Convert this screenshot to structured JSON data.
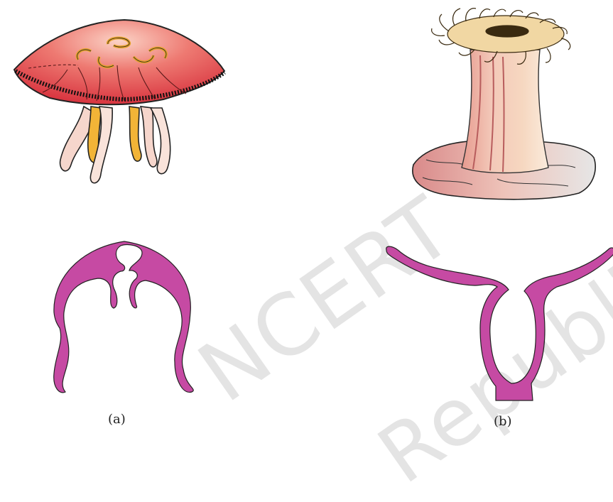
{
  "watermark": {
    "line1": "NCERT",
    "line2": "Republish"
  },
  "captions": {
    "a": "(a)",
    "b": "(b)"
  },
  "colors": {
    "medusa_body": "#e8464f",
    "medusa_highlight": "#f9c7bf",
    "gonads": "#f2b437",
    "tentacle": "#f5cfc4",
    "anemone_column": "#f2c5aa",
    "anemone_base": "#d98f8f",
    "section_fill": "#c64aa3",
    "outline": "#222222",
    "watermark": "#e4e4e4"
  }
}
